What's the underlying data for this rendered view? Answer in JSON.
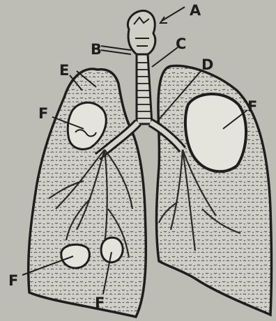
{
  "labels": {
    "a": "A",
    "b": "B",
    "c": "C",
    "d": "D",
    "e": "E",
    "f_left_upper": "F",
    "f_right_upper": "F",
    "f_lower_left": "F",
    "f_lower_center": "F"
  },
  "colors": {
    "background": "#bdbdb6",
    "tissue": "#d0d0c8",
    "ink": "#1e1e1e",
    "cavity": "#e4e4dc"
  }
}
